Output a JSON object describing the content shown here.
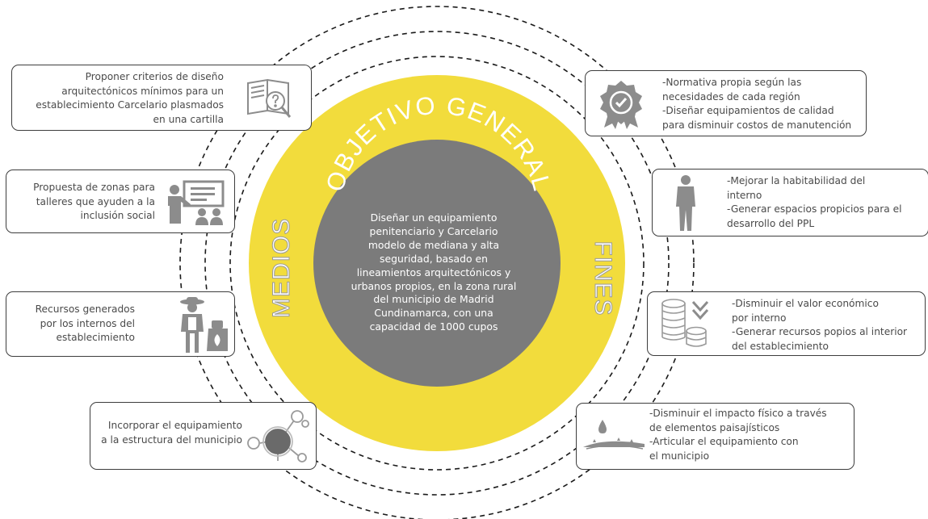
{
  "center": {
    "title": "OBJETIVO GENERAL",
    "description_lines": [
      "Diseñar un equipamiento",
      "penitenciario y Carcelario",
      "modelo de mediana y alta",
      "seguridad, basado en",
      "lineamientos arquitectónicos y",
      "urbanos propios, en la zona rural",
      "del municipio de Madrid",
      "Cundinamarca, con una",
      "capacidad de 1000 cupos"
    ]
  },
  "ring_labels": {
    "left": "MEDIOS",
    "right": "FINES"
  },
  "colors": {
    "ring": "#f2dc3c",
    "core": "#7b7b7b",
    "border": "#3d3d3d",
    "text": "#4a4a4a",
    "icon": "#8c8c8c"
  },
  "medios": [
    {
      "icon": "book-question-icon",
      "lines": [
        "Proponer criterios de diseño",
        "arquitectónicos mínimos para un",
        "establecimiento Carcelario plasmados",
        "en una cartilla"
      ]
    },
    {
      "icon": "teacher-board-icon",
      "lines": [
        "Propuesta de zonas para",
        "talleres que ayuden a la",
        "inclusión social"
      ]
    },
    {
      "icon": "farmer-icon",
      "lines": [
        "Recursos generados",
        "por los internos del",
        "establecimiento"
      ]
    },
    {
      "icon": "network-nodes-icon",
      "lines": [
        "Incorporar el equipamiento",
        "a la estructura del municipio"
      ]
    }
  ],
  "fines": [
    {
      "icon": "quality-badge-icon",
      "lines": [
        "-Normativa propia según las",
        "necesidades de cada región",
        "-Diseñar equipamientos de calidad",
        "para disminuir costos de manutención"
      ]
    },
    {
      "icon": "person-icon",
      "lines": [
        "-Mejorar la habitabilidad del",
        "interno",
        "-Generar espacios propicios para el",
        "desarrollo del PPL"
      ]
    },
    {
      "icon": "coins-down-icon",
      "lines": [
        "-Disminuir el valor económico",
        "por interno",
        "-Generar recursos popios al interior",
        "del establecimiento"
      ]
    },
    {
      "icon": "landscape-icon",
      "lines": [
        "-Disminuir el impacto físico a través",
        "de elementos paisajísticos",
        "-Articular el equipamiento con",
        "el municipio"
      ]
    }
  ]
}
